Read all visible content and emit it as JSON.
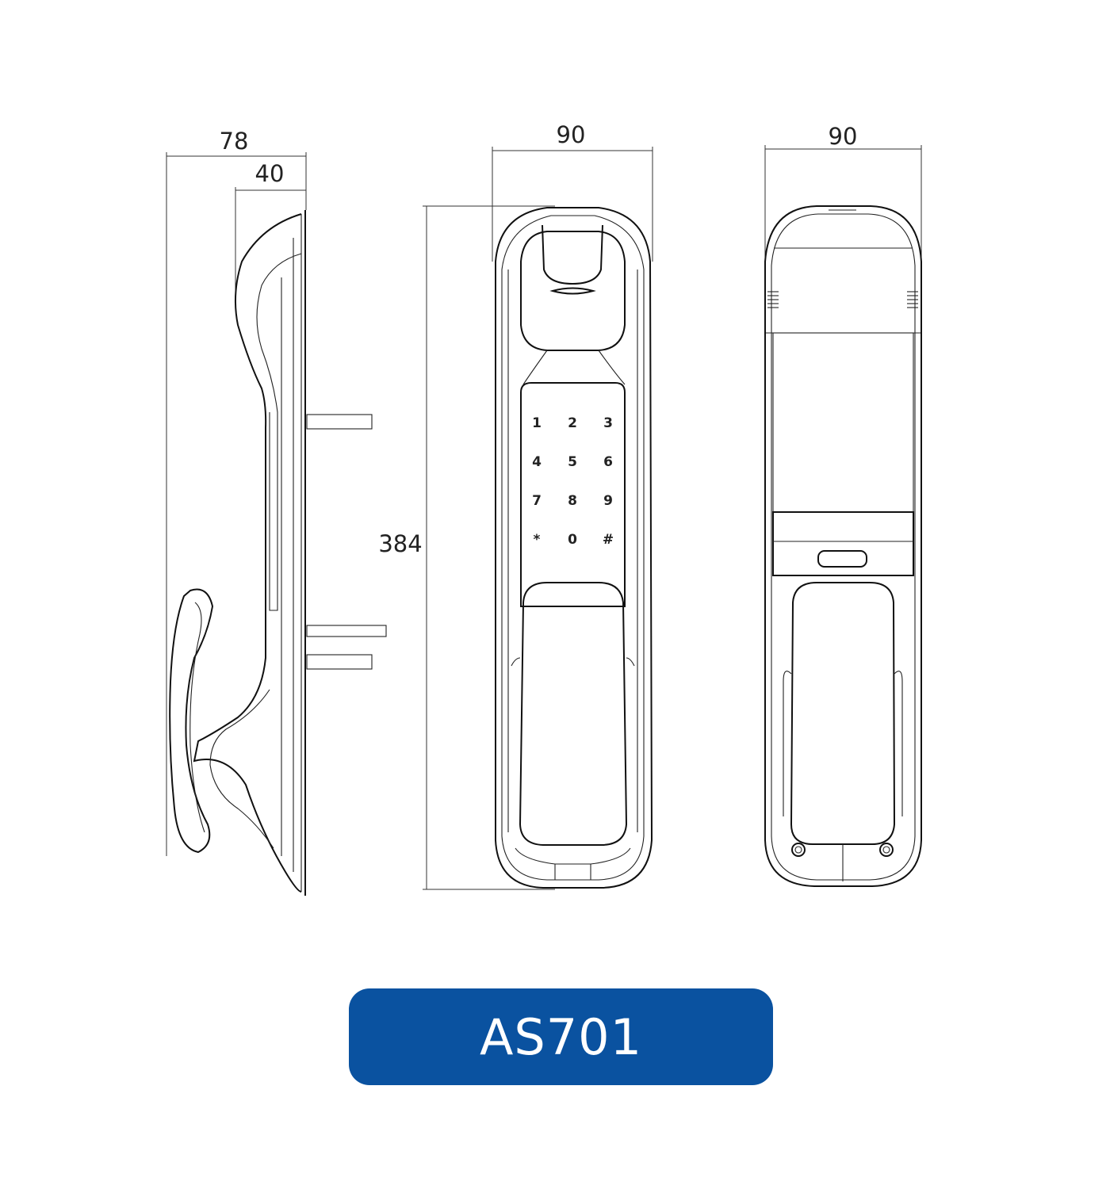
{
  "dimensions": {
    "side_total_depth": "78",
    "side_front_depth": "40",
    "front_width": "90",
    "front_height": "384",
    "back_width": "90"
  },
  "keypad": {
    "keys": [
      "1",
      "2",
      "3",
      "4",
      "5",
      "6",
      "7",
      "8",
      "9",
      "*",
      "0",
      "#"
    ]
  },
  "model_label": {
    "text": "AS701",
    "color": "#0a52a0"
  }
}
